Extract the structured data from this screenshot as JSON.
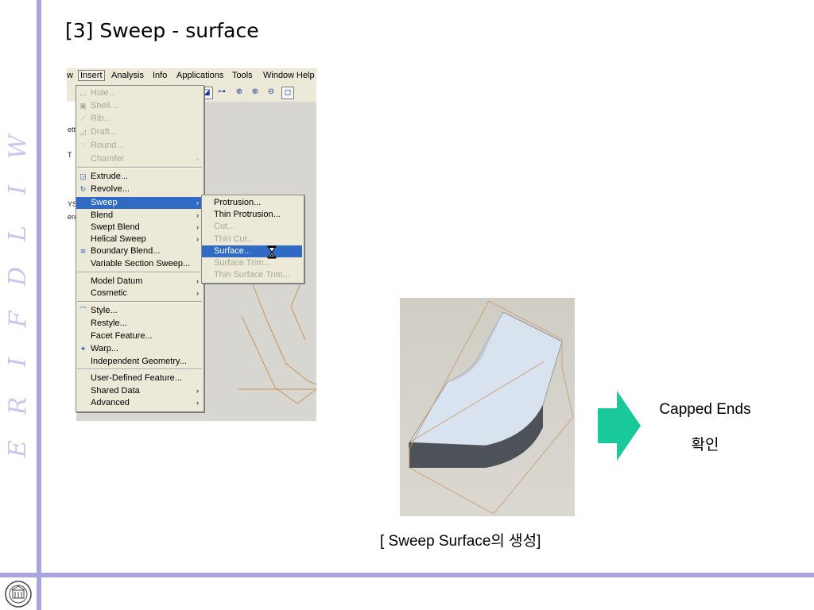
{
  "slide": {
    "title": "[3] Sweep - surface",
    "side_letters": [
      "W",
      "I",
      "L",
      "D",
      "F",
      "I",
      "R",
      "E"
    ],
    "caption": "[ Sweep Surface의 생성]",
    "note_line1": "Capped Ends",
    "note_line2": "확인"
  },
  "colors": {
    "frame": "#a7a4e0",
    "highlight": "#316ac5",
    "arrow": "#19c99a",
    "menu_bg": "#ece9d8"
  },
  "app": {
    "menubar": [
      "w",
      "Insert",
      "Analysis",
      "Info",
      "Applications",
      "Tools",
      "Window",
      "Help"
    ],
    "active_menu": "Insert",
    "left_strip": [
      "ett",
      "T",
      "YS",
      "ere"
    ]
  },
  "insert_menu": {
    "items": [
      {
        "label": "Hole...",
        "icon": "hole-icon",
        "disabled": true,
        "submenu": false
      },
      {
        "label": "Shell...",
        "icon": "shell-icon",
        "disabled": true,
        "submenu": false
      },
      {
        "label": "Rib...",
        "icon": "rib-icon",
        "disabled": true,
        "submenu": false
      },
      {
        "label": "Draft...",
        "icon": "draft-icon",
        "disabled": true,
        "submenu": false
      },
      {
        "label": "Round...",
        "icon": "round-icon",
        "disabled": true,
        "submenu": false
      },
      {
        "label": "Chamfer",
        "icon": "",
        "disabled": true,
        "submenu": true
      },
      {
        "label": "Extrude...",
        "icon": "extrude-icon",
        "disabled": false,
        "submenu": false
      },
      {
        "label": "Revolve...",
        "icon": "revolve-icon",
        "disabled": false,
        "submenu": false
      },
      {
        "label": "Sweep",
        "icon": "",
        "disabled": false,
        "submenu": true,
        "highlighted": true
      },
      {
        "label": "Blend",
        "icon": "",
        "disabled": false,
        "submenu": true
      },
      {
        "label": "Swept Blend",
        "icon": "",
        "disabled": false,
        "submenu": true
      },
      {
        "label": "Helical Sweep",
        "icon": "",
        "disabled": false,
        "submenu": true
      },
      {
        "label": "Boundary Blend...",
        "icon": "boundary-blend-icon",
        "disabled": false,
        "submenu": false
      },
      {
        "label": "Variable Section Sweep...",
        "icon": "",
        "disabled": false,
        "submenu": false
      },
      {
        "label": "Model Datum",
        "icon": "",
        "disabled": false,
        "submenu": true
      },
      {
        "label": "Cosmetic",
        "icon": "",
        "disabled": false,
        "submenu": true
      },
      {
        "label": "Style...",
        "icon": "style-icon",
        "disabled": false,
        "submenu": false
      },
      {
        "label": "Restyle...",
        "icon": "",
        "disabled": false,
        "submenu": false
      },
      {
        "label": "Facet Feature...",
        "icon": "",
        "disabled": false,
        "submenu": false
      },
      {
        "label": "Warp...",
        "icon": "warp-icon",
        "disabled": false,
        "submenu": false
      },
      {
        "label": "Independent Geometry...",
        "icon": "",
        "disabled": false,
        "submenu": false
      },
      {
        "label": "User-Defined Feature...",
        "icon": "",
        "disabled": false,
        "submenu": false
      },
      {
        "label": "Shared Data",
        "icon": "",
        "disabled": false,
        "submenu": true
      },
      {
        "label": "Advanced",
        "icon": "",
        "disabled": false,
        "submenu": true
      }
    ]
  },
  "sweep_menu": {
    "items": [
      {
        "label": "Protrusion...",
        "disabled": false
      },
      {
        "label": "Thin Protrusion...",
        "disabled": false
      },
      {
        "label": "Cut...",
        "disabled": true
      },
      {
        "label": "Thin Cut...",
        "disabled": true
      },
      {
        "label": "Surface...",
        "disabled": false,
        "highlighted": true
      },
      {
        "label": "Surface Trim...",
        "disabled": true
      },
      {
        "label": "Thin Surface Trim...",
        "disabled": true
      }
    ]
  }
}
